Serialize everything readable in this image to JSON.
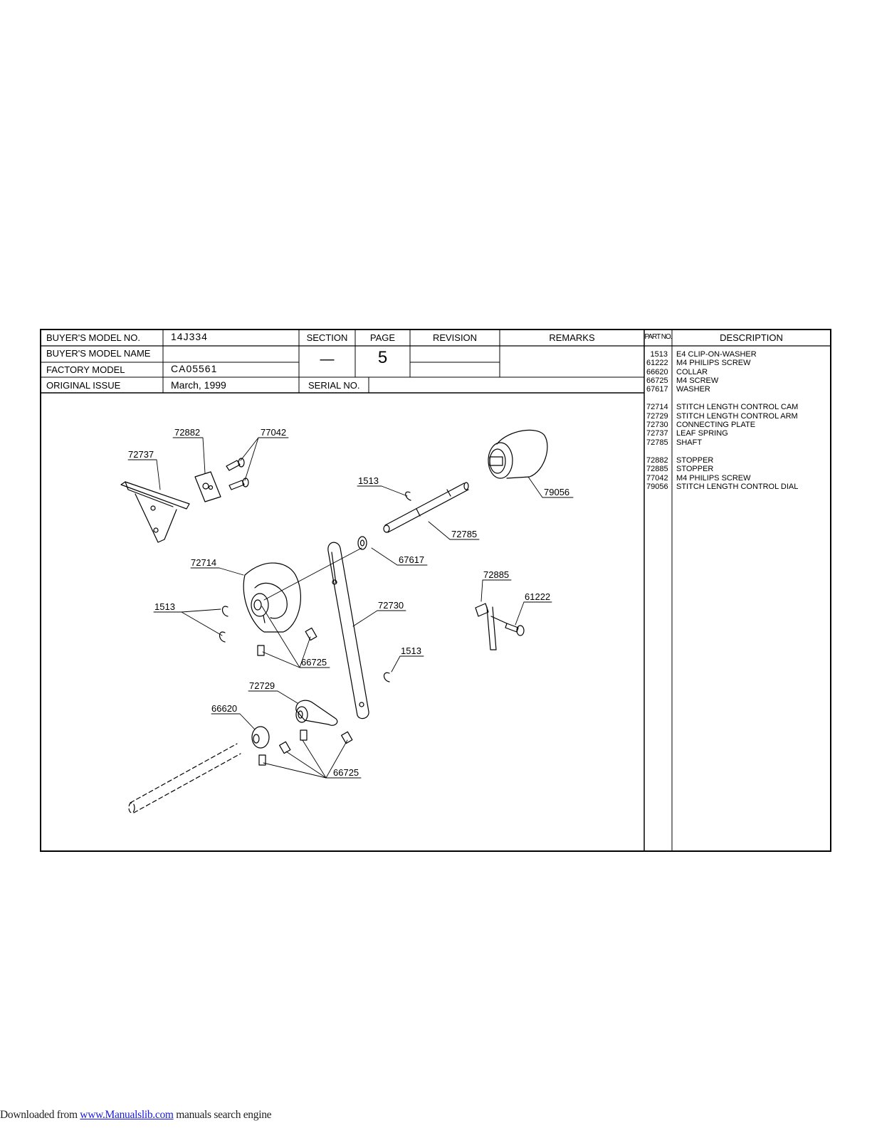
{
  "header": {
    "buyers_model_no_label": "BUYER'S  MODEL  NO.",
    "buyers_model_no": "14J334",
    "buyers_model_name_label": "BUYER'S  MODEL  NAME",
    "buyers_model_name": "",
    "factory_model_label": "FACTORY  MODEL",
    "factory_model": "CA05561",
    "original_issue_label": "ORIGINAL ISSUE",
    "original_issue": "March,  1999",
    "section_label": "SECTION",
    "section": "—",
    "page_label": "PAGE",
    "page": "5",
    "revision_label": "REVISION",
    "remarks_label": "REMARKS",
    "serial_no_label": "SERIAL NO.",
    "part_no_label": "PART NO.",
    "description_label": "DESCRIPTION"
  },
  "parts": [
    {
      "no": "1513",
      "desc": "E4 CLIP-ON-WASHER"
    },
    {
      "no": "61222",
      "desc": "M4 PHILIPS SCREW"
    },
    {
      "no": "66620",
      "desc": "COLLAR"
    },
    {
      "no": "66725",
      "desc": "M4 SCREW"
    },
    {
      "no": "67617",
      "desc": "WASHER"
    },
    {
      "no": "72714",
      "desc": "STITCH LENGTH CONTROL CAM"
    },
    {
      "no": "72729",
      "desc": "STITCH LENGTH CONTROL ARM"
    },
    {
      "no": "72730",
      "desc": "CONNECTING PLATE"
    },
    {
      "no": "72737",
      "desc": "LEAF SPRING"
    },
    {
      "no": "72785",
      "desc": "SHAFT"
    },
    {
      "no": "72882",
      "desc": "STOPPER"
    },
    {
      "no": "72885",
      "desc": "STOPPER"
    },
    {
      "no": "77042",
      "desc": "M4 PHILIPS SCREW"
    },
    {
      "no": "79056",
      "desc": "STITCH LENGTH CONTROL DIAL"
    }
  ],
  "callouts": {
    "c72882": "72882",
    "c77042": "77042",
    "c72737": "72737",
    "c1513a": "1513",
    "c79056": "79056",
    "c72785": "72785",
    "c67617": "67617",
    "c72714": "72714",
    "c72885": "72885",
    "c61222": "61222",
    "c1513b": "1513",
    "c72730": "72730",
    "c66725a": "66725",
    "c1513c": "1513",
    "c72729": "72729",
    "c66620": "66620",
    "c66725b": "66725"
  },
  "footer": {
    "prefix": "Downloaded from ",
    "link": "www.Manualslib.com",
    "suffix": "  manuals search engine"
  }
}
